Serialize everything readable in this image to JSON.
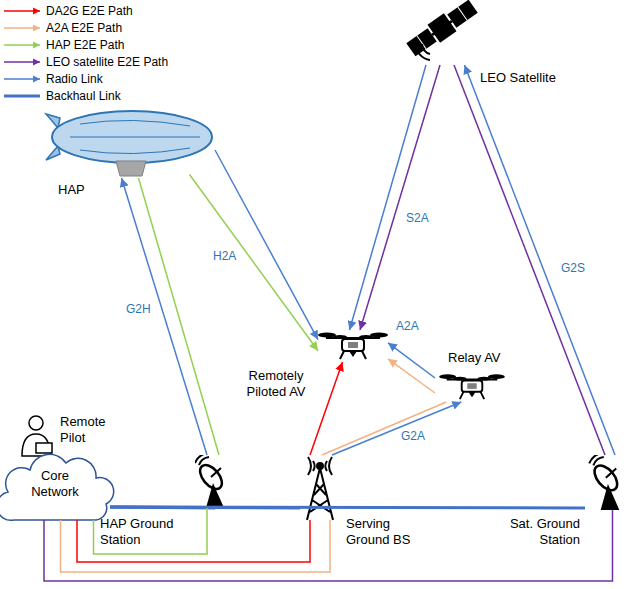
{
  "diagram": {
    "nodes": [
      {
        "text": [
          "LEO Satellite"
        ]
      },
      {
        "text": [
          "HAP"
        ]
      },
      {
        "text": [
          "Remotely Piloted AV"
        ]
      },
      {
        "text": [
          "Relay AV"
        ]
      },
      {
        "text": [
          "Remote Pilot"
        ]
      },
      {
        "text": [
          "Core Network"
        ]
      },
      {
        "text": [
          "HAP Ground Station"
        ]
      },
      {
        "text": [
          "Serving Ground BS"
        ]
      },
      {
        "text": [
          "Sat. Ground Station"
        ]
      }
    ],
    "edges": [
      {
        "from": 8,
        "to": 0,
        "label": "G2S",
        "arrow": "to"
      },
      {
        "from": 0,
        "to": 2,
        "label": "S2A",
        "arrow": "to"
      },
      {
        "from": 6,
        "to": 1,
        "label": "G2H",
        "arrow": "to"
      },
      {
        "from": 1,
        "to": 2,
        "label": "H2A",
        "arrow": "to"
      },
      {
        "from": 3,
        "to": 2,
        "label": "A2A",
        "arrow": "to"
      },
      {
        "from": 7,
        "to": 3,
        "label": "G2A",
        "arrow": "to"
      },
      {
        "from": 7,
        "to": 2,
        "arrow": "to"
      },
      {
        "from": 7,
        "to": 3,
        "arrow": "none"
      },
      {
        "from": 3,
        "to": 2,
        "arrow": "to"
      },
      {
        "from": 6,
        "to": 1,
        "arrow": "none"
      },
      {
        "from": 1,
        "to": 2,
        "arrow": "to"
      },
      {
        "from": 8,
        "to": 0,
        "arrow": "none"
      },
      {
        "from": 0,
        "to": 2,
        "arrow": "to"
      },
      {
        "from": 5,
        "to": 6,
        "arrow": "none"
      },
      {
        "from": 5,
        "to": 7,
        "arrow": "none"
      },
      {
        "from": 5,
        "to": 8,
        "arrow": "none"
      },
      {
        "from": 5,
        "to": 7,
        "arrow": "none"
      },
      {
        "from": 5,
        "to": 6,
        "arrow": "none"
      },
      {
        "from": 5,
        "to": 7,
        "arrow": "none"
      },
      {
        "from": 5,
        "to": 8,
        "arrow": "none"
      }
    ],
    "legend": [
      {
        "text": "DA2G E2E Path"
      },
      {
        "text": "A2A E2E Path"
      },
      {
        "text": "HAP E2E Path"
      },
      {
        "text": "LEO satellite E2E Path"
      },
      {
        "text": "Radio Link"
      },
      {
        "text": "Backhaul Link"
      }
    ]
  }
}
